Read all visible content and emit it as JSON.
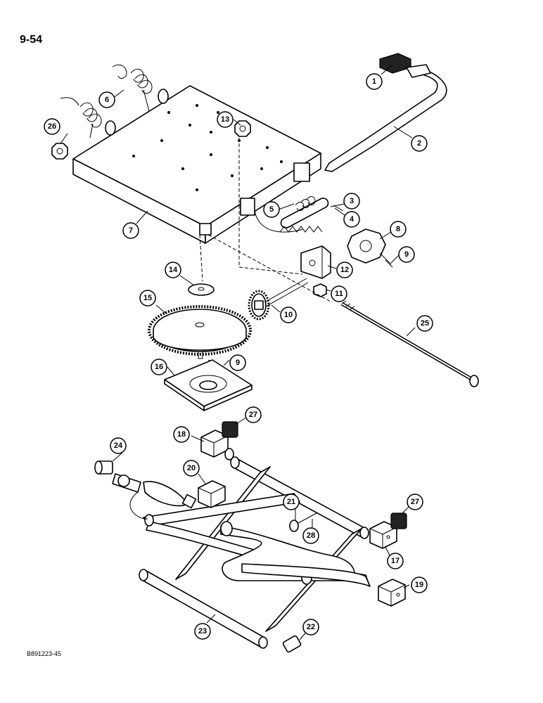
{
  "page": {
    "page_number": "9-54",
    "figure_id": "B891223-45"
  },
  "callouts": [
    "1",
    "2",
    "3",
    "4",
    "5",
    "6",
    "7",
    "8",
    "9",
    "9",
    "10",
    "11",
    "12",
    "13",
    "14",
    "15",
    "16",
    "17",
    "18",
    "19",
    "20",
    "21",
    "22",
    "23",
    "24",
    "25",
    "26",
    "27",
    "27",
    "28"
  ]
}
